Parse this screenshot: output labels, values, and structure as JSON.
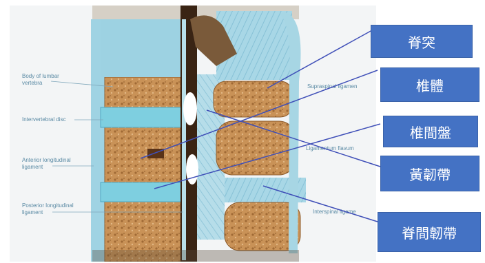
{
  "figure": {
    "printed_labels": {
      "body_of_lumbar_vertebra": "Body of lumbar\nvertebra",
      "intervertebral_disc": "Intervertebral disc",
      "anterior_longitudinal_ligament": "Anterior longitudinal\nligament",
      "posterior_longitudinal_ligament": "Posterior longitudinal\nligament",
      "supraspinal_ligament": "Supraspinal ligamen",
      "ligamentum_flavum": "Ligamentum flavum",
      "interspinal_ligament": "Interspinal ligame"
    }
  },
  "callouts": [
    {
      "id": "spinous-process",
      "text": "脊突"
    },
    {
      "id": "vertebral-body",
      "text": "椎體"
    },
    {
      "id": "intervertebral-disc",
      "text": "椎間盤"
    },
    {
      "id": "ligamentum-flavum",
      "text": "黃韌帶"
    },
    {
      "id": "interspinous-ligament",
      "text": "脊間韌帶"
    }
  ],
  "colors": {
    "callout_fill": "#4472c4",
    "callout_text": "#ffffff",
    "leader_line": "#3f4fb8",
    "disc_blue": "#7ecfe0",
    "bone": "#c9955a",
    "ligament_blue": "#a9d8e6"
  }
}
